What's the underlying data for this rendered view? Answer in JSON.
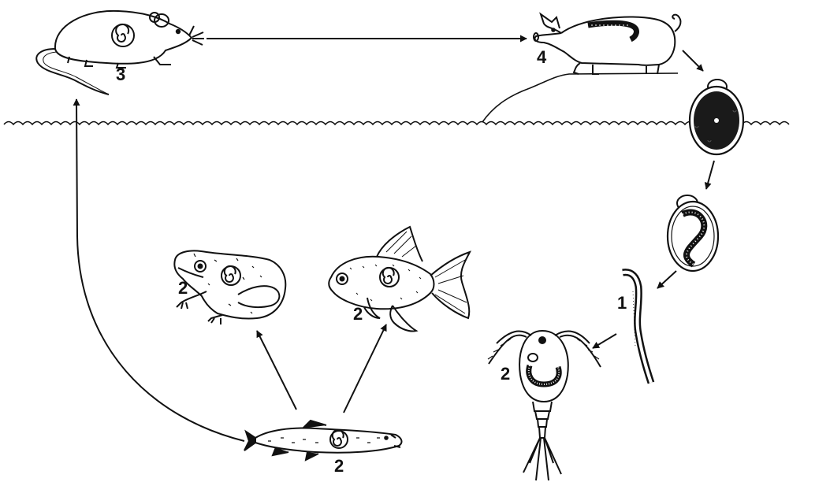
{
  "labels": {
    "rat": "3",
    "pig": "4",
    "larva": "1",
    "frog": "2",
    "goldfish": "2",
    "copepod": "2",
    "small_fish": "2"
  },
  "colors": {
    "ink": "#111111",
    "background": "#ffffff"
  }
}
